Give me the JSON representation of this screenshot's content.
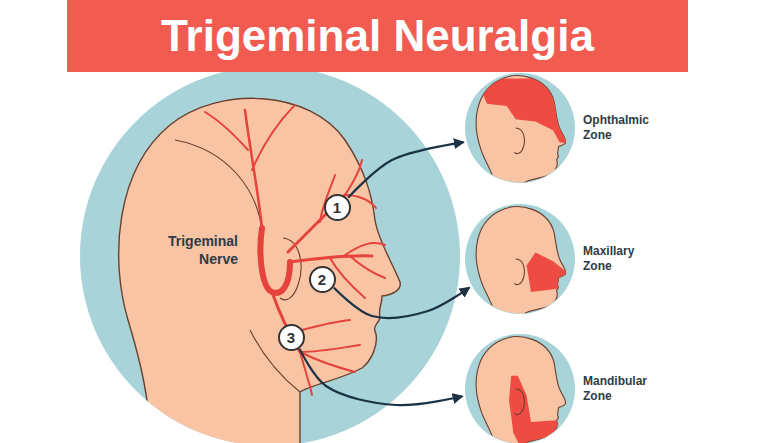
{
  "diagram": {
    "title": "Trigeminal Neuralgia",
    "nodes": [
      {
        "text": [
          "Trigeminal Nerve"
        ]
      },
      {
        "text": [
          "1"
        ],
        "in": 0
      },
      {
        "text": [
          "2"
        ],
        "in": 0
      },
      {
        "text": [
          "3"
        ],
        "in": 0
      },
      {
        "text": [
          "Ophthalmic Zone"
        ]
      },
      {
        "text": [
          "Maxillary Zone"
        ]
      },
      {
        "text": [
          "Mandibular Zone"
        ]
      }
    ],
    "edges": [
      {
        "from": 1,
        "to": 4,
        "arrow": "to"
      },
      {
        "from": 2,
        "to": 5,
        "arrow": "to"
      },
      {
        "from": 3,
        "to": 6,
        "arrow": "to"
      }
    ]
  }
}
